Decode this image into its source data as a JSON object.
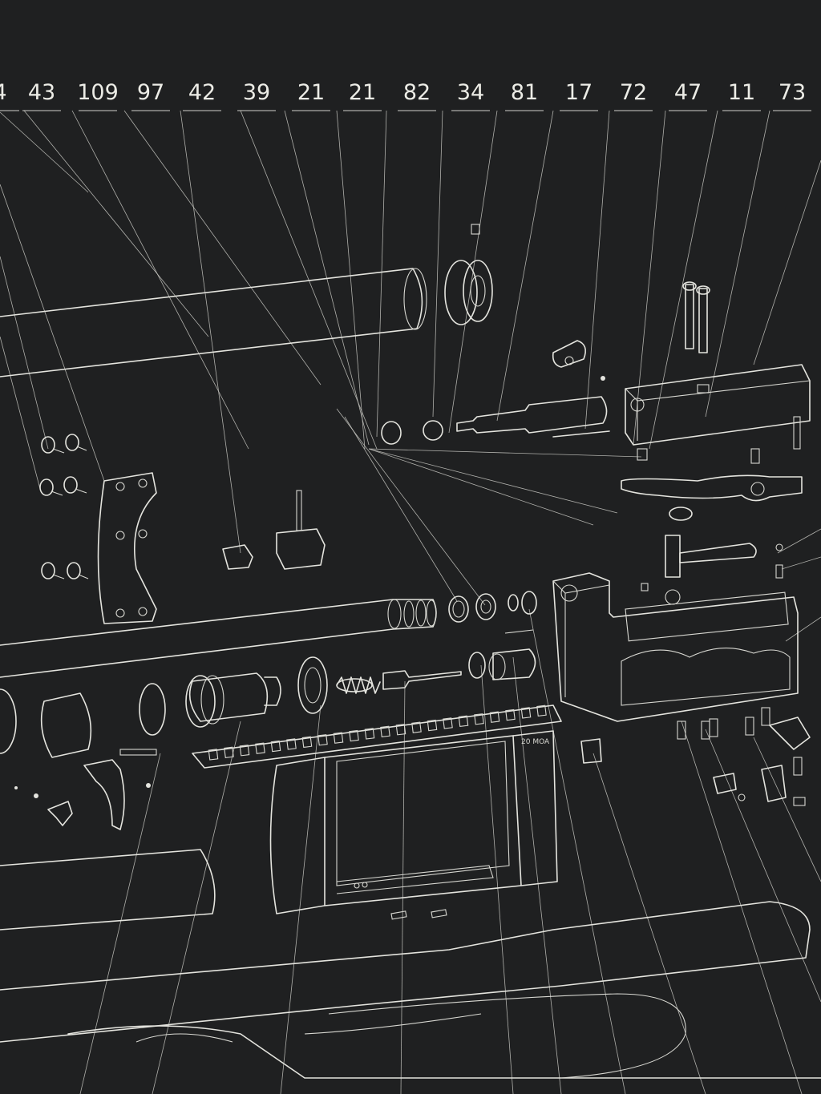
{
  "callouts": [
    {
      "number": "4"
    },
    {
      "number": "43"
    },
    {
      "number": "109"
    },
    {
      "number": "97"
    },
    {
      "number": "42"
    },
    {
      "number": "39"
    },
    {
      "number": "21"
    },
    {
      "number": "21"
    },
    {
      "number": "82"
    },
    {
      "number": "34"
    },
    {
      "number": "81"
    },
    {
      "number": "17"
    },
    {
      "number": "72"
    },
    {
      "number": "47"
    },
    {
      "number": "11"
    },
    {
      "number": "73"
    }
  ],
  "rail_marking": "20 MOA",
  "colors": {
    "background": "#1f2021",
    "line": "#e4e4de"
  }
}
